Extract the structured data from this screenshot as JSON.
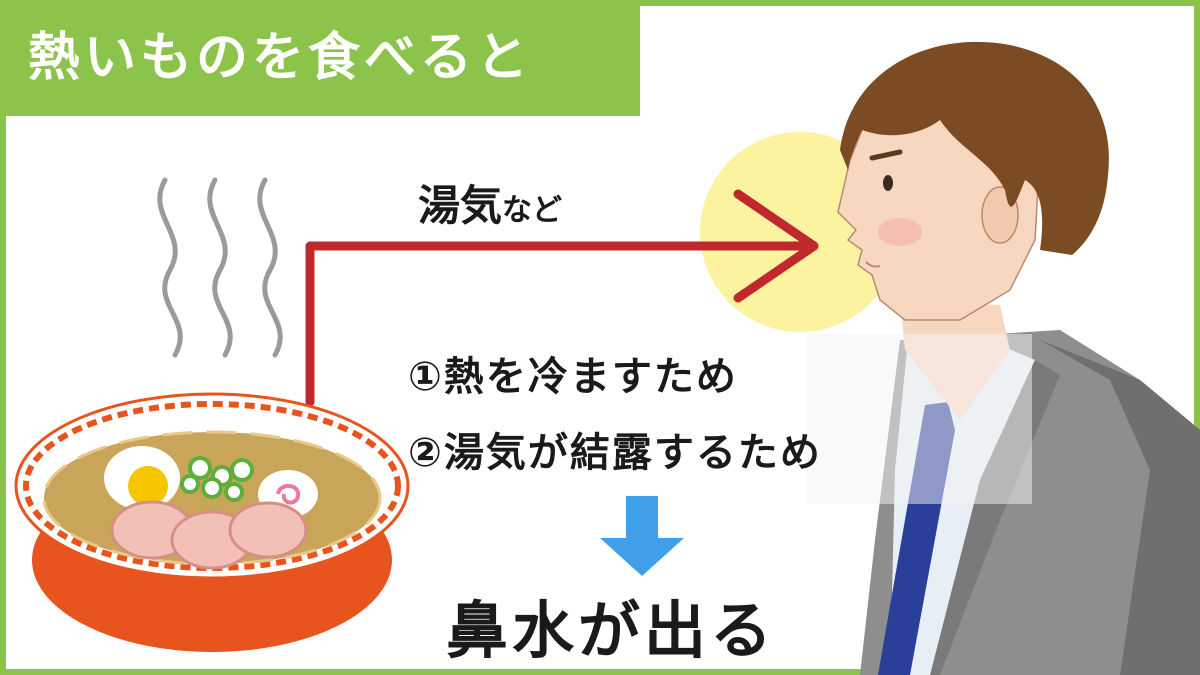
{
  "title": "熱いものを食べると",
  "steam_label": {
    "main": "湯気",
    "suffix": "など"
  },
  "reasons": [
    "①熱を冷ますため",
    "②湯気が結露するため"
  ],
  "result": "鼻水が出る",
  "colors": {
    "frame_green": "#8cc34a",
    "arrow_red": "#c0282d",
    "down_arrow_blue": "#3f9fe8",
    "face_glow_yellow": "#fbf3a0",
    "bowl_orange": "#e8541e"
  },
  "icons": [
    "steam-icon",
    "ramen-bowl-icon",
    "man-profile-icon",
    "red-arrow-icon",
    "down-arrow-icon"
  ]
}
